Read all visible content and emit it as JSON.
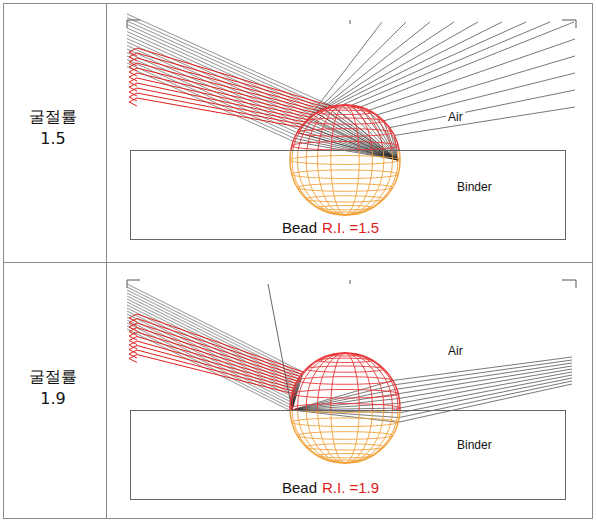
{
  "diagram": {
    "nodes": [
      {
        "text": [
          "Binder"
        ]
      },
      {
        "text": [
          "Binder"
        ]
      }
    ],
    "labels": [
      "굴절률 1.5",
      "Air",
      "Bead",
      "R.I. =1.5",
      "굴절률 1.9",
      "Air",
      "Bead",
      "R.I. =1.9"
    ]
  }
}
